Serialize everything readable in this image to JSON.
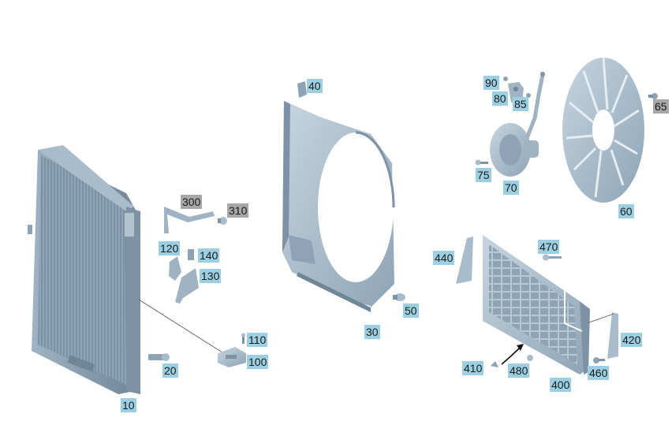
{
  "colors": {
    "label_bg": "#9ccfe1",
    "label_bg_alt": "#a7a7a7",
    "part_fill": "#a9bccb",
    "part_dark": "#7d93a5",
    "part_light": "#cfdbe4"
  },
  "labels": {
    "p10": "10",
    "p20": "20",
    "p30": "30",
    "p40": "40",
    "p50": "50",
    "p60": "60",
    "p65": "65",
    "p70": "70",
    "p75": "75",
    "p80": "80",
    "p85": "85",
    "p90": "90",
    "p100": "100",
    "p110": "110",
    "p120": "120",
    "p130": "130",
    "p140": "140",
    "p300": "300",
    "p310": "310",
    "p400": "400",
    "p410": "410",
    "p420": "420",
    "p440": "440",
    "p460": "460",
    "p470": "470",
    "p480": "480"
  }
}
